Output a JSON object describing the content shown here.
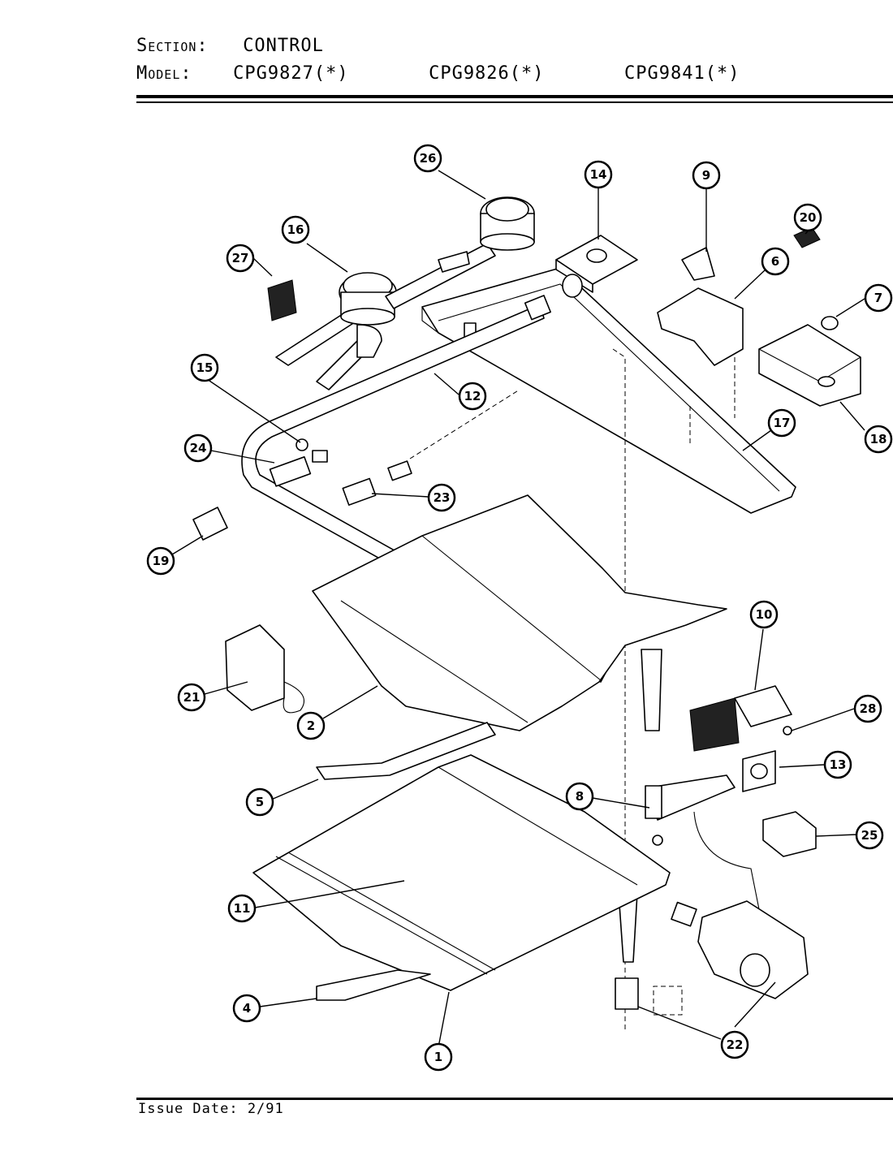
{
  "header": {
    "section_label": "Section:",
    "section_value": "CONTROL",
    "model_label": "Model:",
    "models": [
      "CPG9827(*)",
      "CPG9826(*)",
      "CPG9841(*)"
    ]
  },
  "footer": {
    "issue_date": "Issue Date: 2/91"
  },
  "callouts": [
    "1",
    "2",
    "4",
    "5",
    "6",
    "7",
    "8",
    "9",
    "10",
    "11",
    "12",
    "13",
    "14",
    "15",
    "16",
    "17",
    "18",
    "19",
    "20",
    "21",
    "22",
    "23",
    "24",
    "25",
    "26",
    "27",
    "28"
  ]
}
